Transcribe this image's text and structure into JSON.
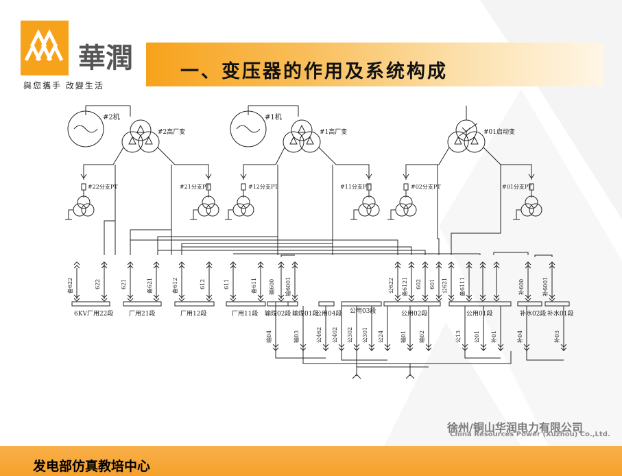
{
  "header": {
    "title": "一、变压器的作用及系统构成",
    "logo_name": "華潤",
    "logo_slogan": "與您攜手 改變生活"
  },
  "diagram": {
    "generators": [
      {
        "label": "#2机"
      },
      {
        "label": "#1机"
      }
    ],
    "transformers": [
      {
        "label": "#2高厂变"
      },
      {
        "label": "#1高厂变"
      },
      {
        "label": "#01启动变"
      }
    ],
    "pt_labels": [
      "#22分支PT",
      "#21分支PT",
      "#12分支PT",
      "#11分支PT",
      "#02分支PT",
      "#01分支PT"
    ],
    "breaker_labels": [
      "备622",
      "622",
      "621",
      "备621",
      "备612",
      "612",
      "611",
      "备611",
      "输600",
      "输6001",
      "公622",
      "备6121",
      "602",
      "601",
      "公621",
      "备6111",
      "补600",
      "补6001"
    ],
    "bus_labels": [
      "6KV厂用22段",
      "厂用21段",
      "厂用12段",
      "厂用11段",
      "输煤02段",
      "输煤01段",
      "公用04段",
      "公用03段",
      "公用02段",
      "公用01段",
      "补水02段",
      "补水01段"
    ],
    "feeder_labels": [
      "输04",
      "输03",
      "公462",
      "公402",
      "公302",
      "公301",
      "公24",
      "输01",
      "输02",
      "公13",
      "公01",
      "补01",
      "补04",
      "补03"
    ]
  },
  "footer": {
    "company_cn": "徐州/铜山华润电力有限公司",
    "company_en": "China Resources Power (Xuzhou) Co.,Ltd.",
    "department": "发电部仿真教培中心"
  },
  "colors": {
    "orange": "#f7a21b",
    "line": "#222222"
  }
}
